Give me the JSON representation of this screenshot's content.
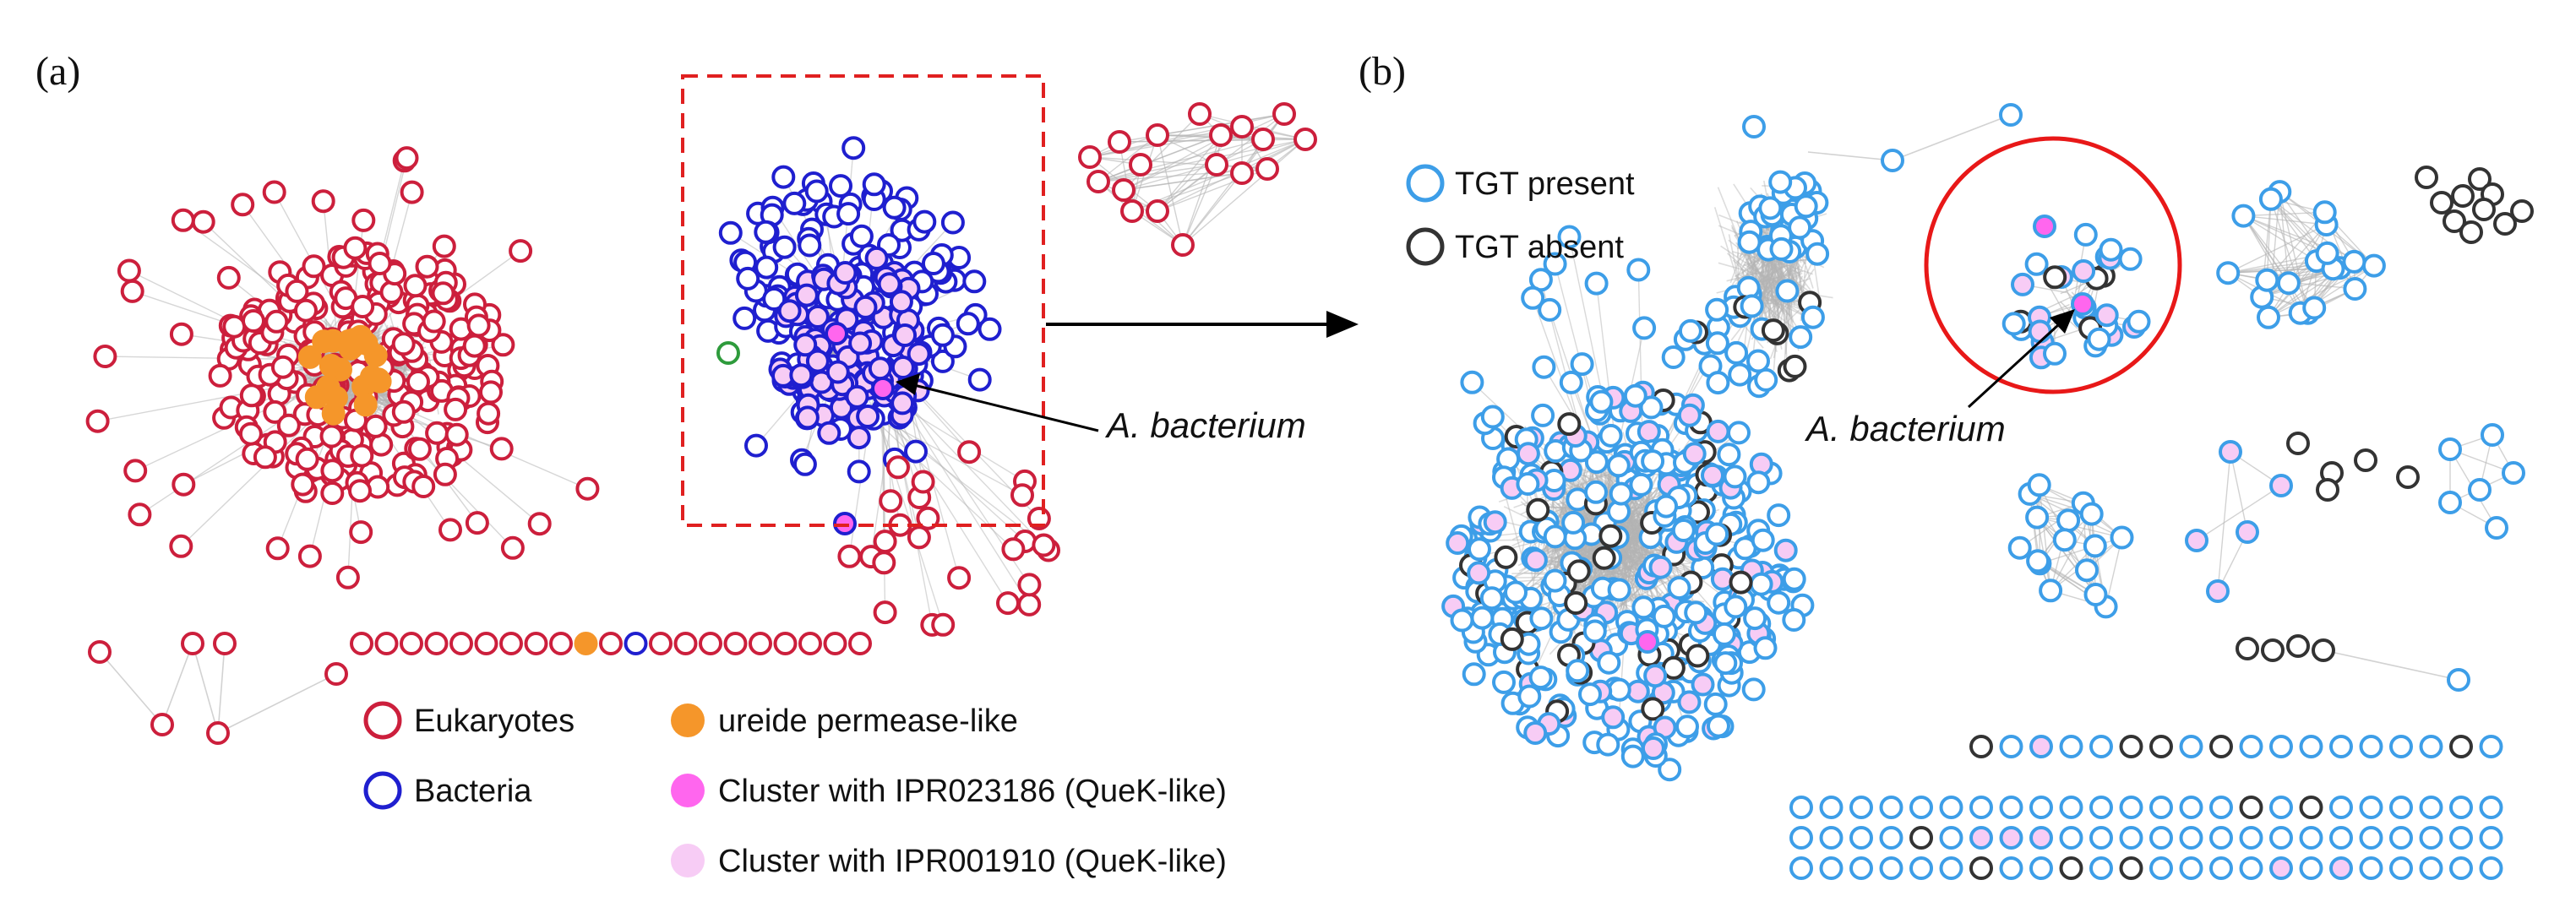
{
  "panels": {
    "a": "(a)",
    "b": "(b)"
  },
  "colors": {
    "eukaryote": "#cc1f3c",
    "bacteria": "#1f1fcf",
    "ureide": "#f5962a",
    "quek1": "#ff66ee",
    "quek2": "#f7ccf5",
    "tgt_present": "#3d9ee8",
    "tgt_absent": "#333333",
    "edge": "#b4b4b4",
    "green": "#2e9b3c",
    "box": "#e02020"
  },
  "legend_a": {
    "eukaryotes": "Eukaryotes",
    "bacteria": "Bacteria",
    "ureide": "ureide permease-like",
    "quek_186": "Cluster with IPR023186 (QueK-like)",
    "quek_910": "Cluster with IPR001910 (QueK-like)"
  },
  "legend_b": {
    "present": "TGT present",
    "absent": "TGT absent"
  },
  "annotations": {
    "a": "A. bacterium",
    "b": "A. bacterium"
  }
}
